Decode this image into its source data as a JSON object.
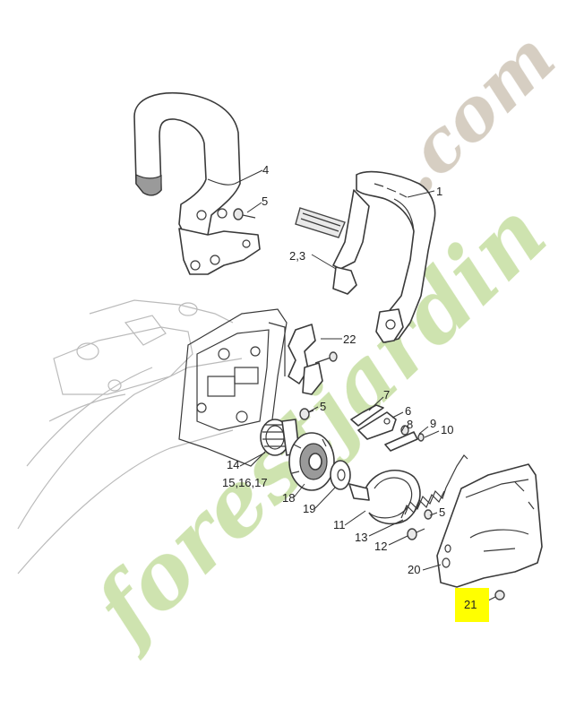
{
  "watermark": {
    "part1": "forestjardin",
    "part2": ".com",
    "color_green": "#c6dea1",
    "color_orange": "#f0c58f",
    "color_grey": "#cfc6b8"
  },
  "highlight_color": "#ffff00",
  "labels": {
    "l1": "1",
    "l23": "2,3",
    "l4": "4",
    "l5a": "5",
    "l5b": "5",
    "l5c": "5",
    "l6": "6",
    "l7": "7",
    "l8": "8",
    "l9": "9",
    "l10": "10",
    "l11": "11",
    "l12": "12",
    "l13": "13",
    "l14": "14",
    "l151617": "15,16,17",
    "l18": "18",
    "l19": "19",
    "l20": "20",
    "l21": "21",
    "l22": "22"
  }
}
